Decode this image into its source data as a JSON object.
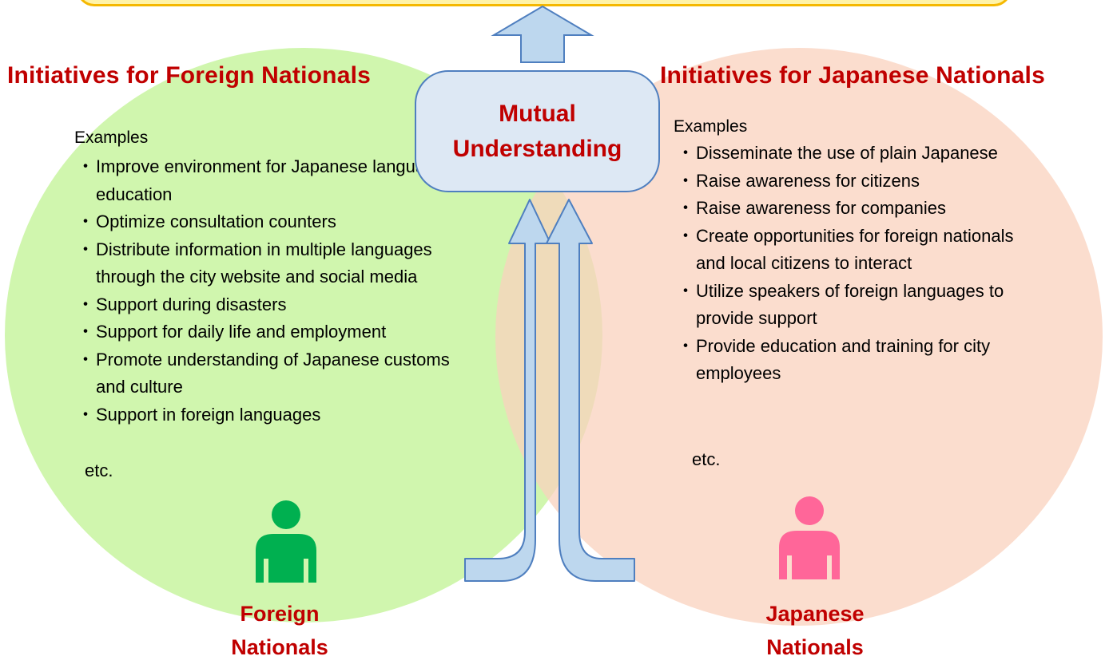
{
  "left_section": {
    "heading": "Initiatives for Foreign Nationals",
    "examples_label": "Examples",
    "items": [
      "Improve environment for Japanese language education",
      "Optimize consultation counters",
      "Distribute information in multiple languages through the city website and social media",
      "Support during disasters",
      "Support for daily life and employment",
      "Promote understanding of Japanese customs and culture",
      "Support in foreign languages"
    ],
    "etc": "etc.",
    "person_label_line1": "Foreign",
    "person_label_line2": "Nationals",
    "person_color": "#00b050",
    "circle_color": "#c8f5a0"
  },
  "right_section": {
    "heading": "Initiatives for Japanese Nationals",
    "examples_label": "Examples",
    "items": [
      "Disseminate the use of plain Japanese",
      "Raise awareness for citizens",
      "Raise awareness for companies",
      "Create opportunities for foreign nationals and local citizens to interact",
      "Utilize speakers of foreign languages to provide support",
      "Provide education and training for city employees"
    ],
    "etc": "etc.",
    "person_label_line1": "Japanese",
    "person_label_line2": "Nationals",
    "person_color": "#ff6699",
    "circle_color": "#fad2be"
  },
  "center": {
    "line1": "Mutual",
    "line2": "Understanding",
    "box_fill": "#dde8f4",
    "arrow_fill": "#bdd7ee",
    "arrow_stroke": "#4f7fbf"
  },
  "colors": {
    "heading_red": "#c00000",
    "banner_fill": "#fff3a8",
    "banner_border": "#f5b800"
  }
}
